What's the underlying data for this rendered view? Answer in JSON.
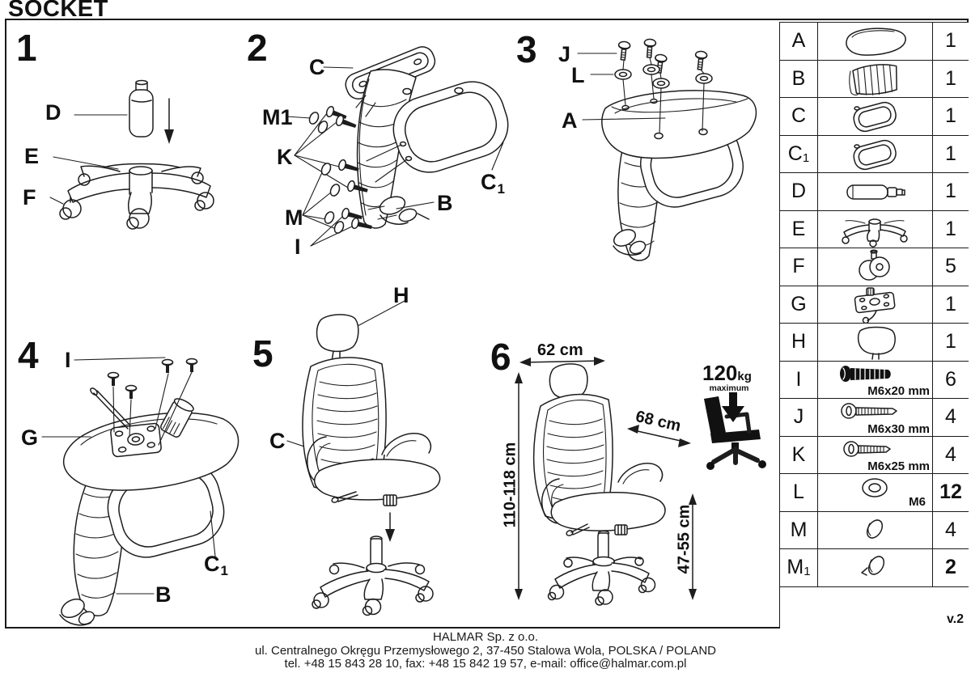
{
  "title": "SOCKET",
  "steps": {
    "s1": {
      "number": "1",
      "labels": {
        "d": "D",
        "e": "E",
        "f": "F"
      }
    },
    "s2": {
      "number": "2",
      "labels": {
        "c": "C",
        "m1": "M1",
        "k": "K",
        "m": "M",
        "i": "I",
        "b": "B",
        "c1_main": "C",
        "c1_sub": "1"
      }
    },
    "s3": {
      "number": "3",
      "labels": {
        "j": "J",
        "l": "L",
        "a": "A"
      }
    },
    "s4": {
      "number": "4",
      "labels": {
        "i": "I",
        "g": "G",
        "c1_main": "C",
        "c1_sub": "1",
        "b": "B"
      }
    },
    "s5": {
      "number": "5",
      "labels": {
        "h": "H",
        "c": "C"
      }
    },
    "s6": {
      "number": "6",
      "dims": {
        "width": "62 cm",
        "depth": "68 cm",
        "height": "110-118 cm",
        "seat_height": "47-55 cm"
      },
      "load": {
        "value": "120",
        "unit": "kg",
        "note": "maximum"
      }
    }
  },
  "parts_table": {
    "rows": [
      {
        "letter": "A",
        "sub": "",
        "icon": "seat",
        "size": "",
        "qty": "1"
      },
      {
        "letter": "B",
        "sub": "",
        "icon": "backrest",
        "size": "",
        "qty": "1"
      },
      {
        "letter": "C",
        "sub": "",
        "icon": "armrest",
        "size": "",
        "qty": "1"
      },
      {
        "letter": "C",
        "sub": "1",
        "icon": "armrest",
        "size": "",
        "qty": "1"
      },
      {
        "letter": "D",
        "sub": "",
        "icon": "gas-lift",
        "size": "",
        "qty": "1"
      },
      {
        "letter": "E",
        "sub": "",
        "icon": "base",
        "size": "",
        "qty": "1"
      },
      {
        "letter": "F",
        "sub": "",
        "icon": "caster",
        "size": "",
        "qty": "5"
      },
      {
        "letter": "G",
        "sub": "",
        "icon": "mechanism",
        "size": "",
        "qty": "1"
      },
      {
        "letter": "H",
        "sub": "",
        "icon": "headrest",
        "size": "",
        "qty": "1"
      },
      {
        "letter": "I",
        "sub": "",
        "icon": "bolt",
        "size": "M6x20 mm",
        "qty": "6"
      },
      {
        "letter": "J",
        "sub": "",
        "icon": "screw",
        "size": "M6x30 mm",
        "qty": "4"
      },
      {
        "letter": "K",
        "sub": "",
        "icon": "screw",
        "size": "M6x25 mm",
        "qty": "4"
      },
      {
        "letter": "L",
        "sub": "",
        "icon": "washer",
        "size": "M6",
        "qty": "12"
      },
      {
        "letter": "M",
        "sub": "",
        "icon": "cap",
        "size": "",
        "qty": "4"
      },
      {
        "letter": "M",
        "sub": "1",
        "icon": "cap",
        "size": "",
        "qty": "2"
      }
    ],
    "version": "v.2"
  },
  "footer": {
    "company": "HALMAR Sp. z o.o.",
    "address": "ul. Centralnego Okręgu Przemysłowego 2, 37-450 Stalowa Wola, POLSKA / POLAND",
    "contact": "tel. +48 15 843 28 10, fax: +48 15 842 19 57, e-mail: office@halmar.com.pl"
  }
}
